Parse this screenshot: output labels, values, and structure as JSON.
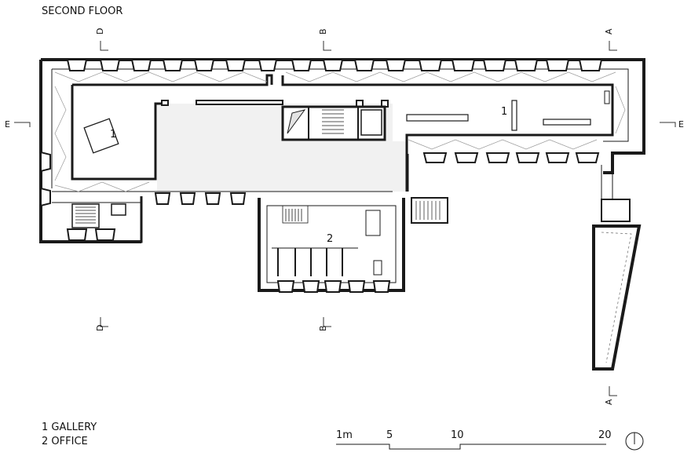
{
  "title": "SECOND FLOOR",
  "legend": [
    {
      "num": "1",
      "label": "GALLERY"
    },
    {
      "num": "2",
      "label": "OFFICE"
    }
  ],
  "room_tags": {
    "gallery_a": "1",
    "gallery_b": "1",
    "office": "2"
  },
  "section_markers": {
    "A": "A",
    "B": "B",
    "D": "D",
    "E": "E"
  },
  "scale_bar": {
    "ticks": [
      "1m",
      "5",
      "10",
      "20"
    ]
  },
  "north_arrow": "north-arrow-icon",
  "colors": {
    "wall": "#1a1a1a",
    "floor_tint": "#f0f0f0",
    "line": "#333333"
  }
}
